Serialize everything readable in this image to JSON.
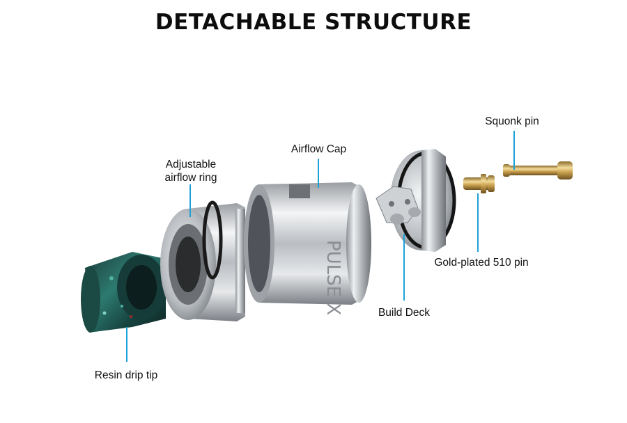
{
  "title": "DETACHABLE STRUCTURE",
  "accent_color": "#1ca0d8",
  "labels": {
    "squonk_pin": "Squonk pin",
    "airflow_cap": "Airflow Cap",
    "adjustable_airflow_ring_line1": "Adjustable",
    "adjustable_airflow_ring_line2": "airflow ring",
    "gold_plated_510_pin": "Gold-plated 510 pin",
    "build_deck": "Build Deck",
    "resin_drip_tip": "Resin drip tip"
  },
  "parts": [
    "resin-drip-tip",
    "adjustable-airflow-ring",
    "airflow-cap",
    "build-deck",
    "gold-plated-510-pin",
    "squonk-pin"
  ]
}
